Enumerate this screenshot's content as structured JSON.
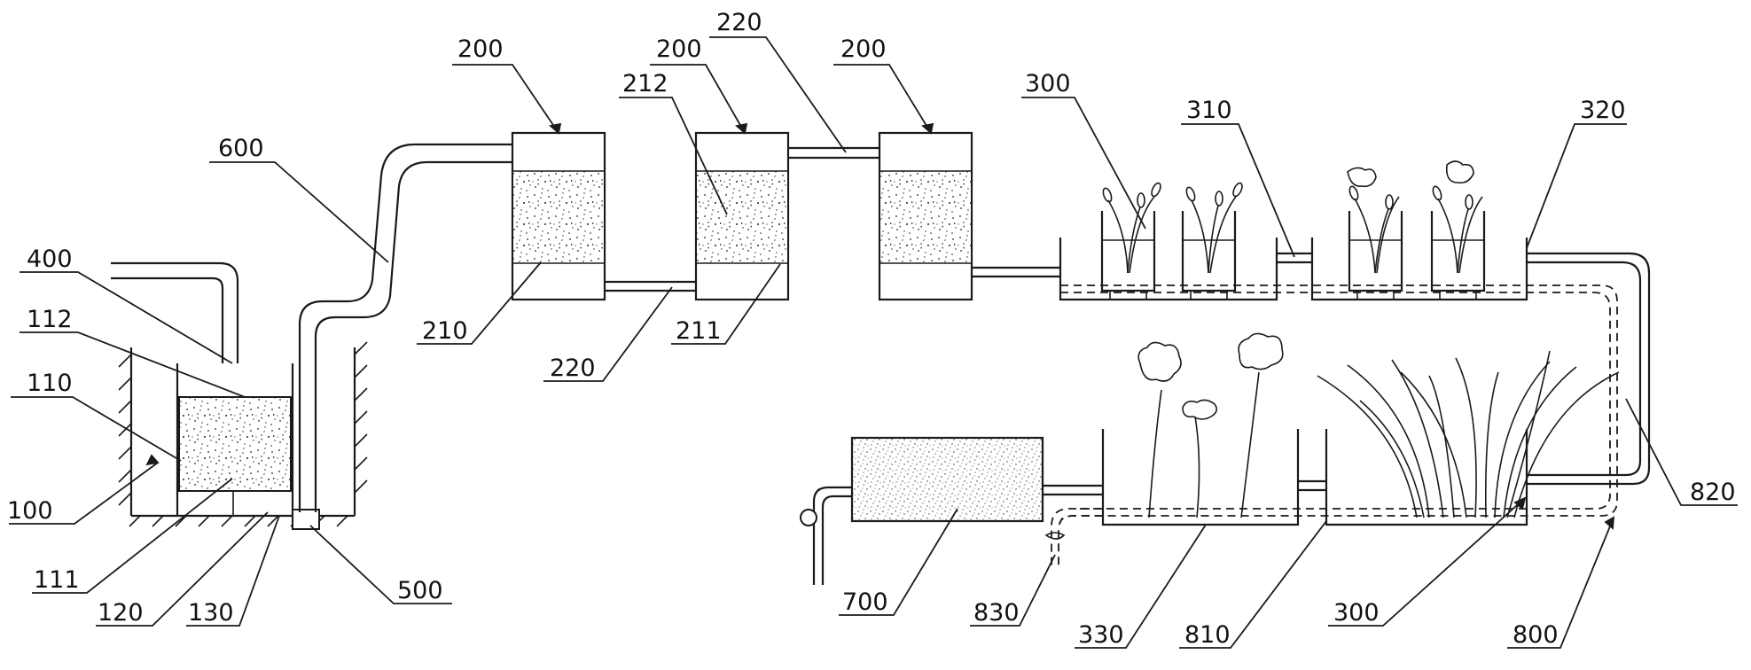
{
  "labels": {
    "l100": "100",
    "l110": "110",
    "l111": "111",
    "l112": "112",
    "l120": "120",
    "l130": "130",
    "l400": "400",
    "l500": "500",
    "l600": "600",
    "l200a": "200",
    "l200b": "200",
    "l200c": "200",
    "l210": "210",
    "l211": "211",
    "l212": "212",
    "l220a": "220",
    "l220b": "220",
    "l300a": "300",
    "l300b": "300",
    "l310": "310",
    "l320": "320",
    "l330": "330",
    "l700": "700",
    "l800": "800",
    "l810": "810",
    "l820": "820",
    "l830": "830"
  }
}
